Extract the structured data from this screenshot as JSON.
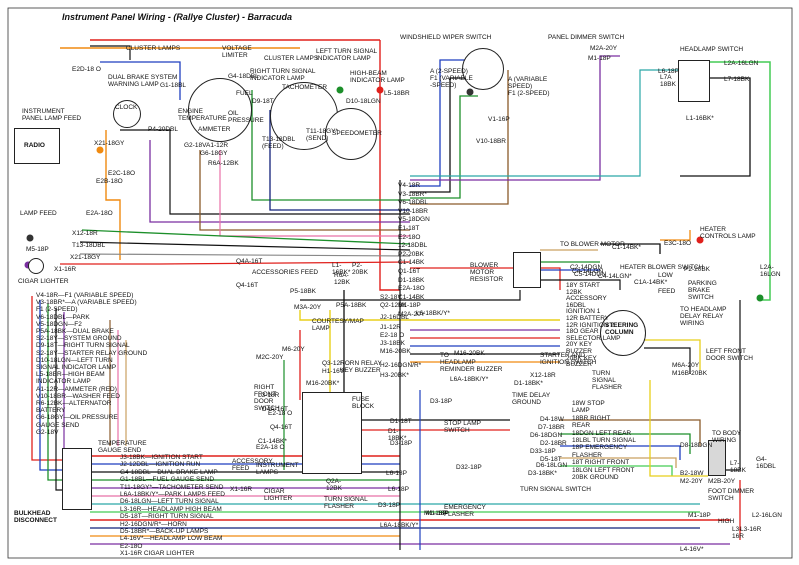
{
  "title": "Instrument Panel Wiring - (Rallye Cluster) - Barracuda",
  "colors": {
    "wire_red": "#e0201c",
    "wire_blue": "#1f3fbf",
    "wire_black": "#111111",
    "wire_green": "#1c8f2a",
    "wire_orange": "#f08a10",
    "wire_yellow": "#e8cf1a",
    "wire_purple": "#7a2fa0",
    "wire_brown": "#8a5a2a",
    "wire_pink": "#e870a8",
    "wire_tan": "#c9a060",
    "wire_gray": "#888888",
    "wire_teal": "#2aa6a6",
    "wire_lightgreen": "#44cc55",
    "wire_darkblue": "#12207a"
  },
  "components": {
    "cluster_lamps": "CLUSTER LAMPS",
    "voltage_limiter": "VOLTAGE\nLIMITER",
    "cluster_lamps2": "CLUSTER LAMPS",
    "left_turn_indicator": "LEFT TURN SIGNAL\nINDICATOR LAMP",
    "dual_brake": "DUAL BRAKE SYSTEM\nWARNING LAMP",
    "right_turn_indicator": "RIGHT TURN SIGNAL\nINDICATOR LAMP",
    "high_beam": "HIGH-BEAM\nINDICATOR LAMP",
    "fuel": "FUEL",
    "tachometer": "TACHOMETER",
    "clock": "CLOCK",
    "engine_temp": "ENGINE\nTEMPERATURE",
    "oil_pressure": "OIL\nPRESSURE",
    "ammeter": "AMMETER",
    "speedometer": "SPEEDOMETER",
    "instrument_panel_lamp_feed": "INSTRUMENT\nPANEL LAMP FEED",
    "radio": "RADIO",
    "lamp_feed": "LAMP FEED",
    "cigar_lighter": "CIGAR LIGHTER",
    "windshield_wiper_switch": "WINDSHIELD WIPER SWITCH",
    "a_2speed": "A (2-SPEED)\nF1 (VARIABLE\n-SPEED)",
    "a_variable": "A (VARIABLE\nSPEED)\nF1 (2-SPEED)",
    "panel_dimmer_switch": "PANEL DIMMER SWITCH",
    "headlamp_switch": "HEADLAMP SWITCH",
    "heater_controls_lamp": "HEATER\nCONTROLS LAMP",
    "to_blower_motor": "TO BLOWER MOTOR",
    "blower_motor_resistor": "BLOWER\nMOTOR\nRESISTOR",
    "heater_blower_switch": "HEATER BLOWER SWITCH",
    "parking_brake_switch": "PARKING\nBRAKE\nSWITCH",
    "headlamp_delay_relay": "TO HEADLAMP\nDELAY RELAY\nWIRING",
    "steering_column": "STEERING\nCOLUMN",
    "starter_ignition_switch": "STARTER AND\nIGNITION SWITCH",
    "left_front_door_switch": "LEFT FRONT\nDOOR SWITCH",
    "accessories_feed": "ACCESSORIES FEED",
    "courtesy_map_lamp": "COURTESY/MAP\nLAMP",
    "horn_relay_buzzer": "HORN RELAY\nKEY BUZZER",
    "headlamp_reminder_buzzer": "TO\nHEADLAMP\nREMINDER BUZZER",
    "turn_signal_flasher_r": "TURN\nSIGNAL\nFLASHER",
    "time_delay_ground": "TIME DELAY\nGROUND",
    "right_front_door_switch": "RIGHT\nFRONT\nDOOR\nSWITCH",
    "fuse_block": "FUSE\nBLOCK",
    "stop_lamp_switch": "STOP LAMP\nSWITCH",
    "turn_signal_switch": "TURN SIGNAL SWITCH",
    "emergency_flasher": "EMERGENCY\nFLASHER",
    "to_body_wiring": "TO BODY\nWIRING",
    "foot_dimmer_switch": "FOOT DIMMER\nSWITCH",
    "high": "HIGH",
    "low": "LOW",
    "bulkhead_disconnect": "BULKHEAD\nDISCONNECT",
    "instrument_lamps": "INSTRUMENT\nLAMPS",
    "accessory_feed": "ACCESSORY\nFEED",
    "cigar_lighter2": "CIGAR\nLIGHTER",
    "turn_signal_flasher": "TURN SIGNAL\nFLASHER",
    "temp_gauge_send": "TEMPERATURE\nGAUGE SEND",
    "ignition_start": "IGNITION START",
    "ignition_run": "IGNITION RUN",
    "dual_brake_lamp": "DUAL BRAKE LAMP",
    "fuel_gauge_send": "FUEL GAUGE SEND",
    "tachometer_send": "TACHOMETER SEND",
    "back_up_lamp_switch": "BACK-UP LAMP SWITCH FEED",
    "horn": "HORN",
    "right_turn_signal": "RIGHT TURN SIGNAL",
    "left_turn_signal": "LEFT TURN SIGNAL",
    "back_up_lamps": "BACK-UP LAMPS",
    "headlamp_high_beam": "HEADLAMP HIGH BEAM",
    "headlamp_low_beam": "HEADLAMP LOW BEAM",
    "park_lamps": "PARK LAMPS",
    "tail_lamps": "TAIL LAMPS",
    "low2": "LOW"
  },
  "left_wire_labels": [
    "V4-18R—F1 (VARIABLE SPEED)",
    "V3-18BR*—A (VARIABLE SPEED)",
    "F1 (2-SPEED)",
    "V6-18DBL—PARK",
    "V5-18DGN—F2",
    "P5A-18BK—DUAL BRAKE",
    "S2-18Y—SYSTEM GROUND",
    "D9-18T—RIGHT TURN SIGNAL",
    "S2-18Y—STARTER RELAY GROUND",
    "D10-18LGN—LEFT TURN",
    "SIGNAL INDICATOR LAMP",
    "L5-18BR—HIGH BEAM",
    "INDICATOR LAMP",
    "A1-12R—AMMETER (RED)",
    "V10-18BR—WASHER FEED",
    "R6-12BK—ALTERNATOR",
    "BATTERY",
    "G6-18GY—OIL PRESSURE",
    "GAUGE SEND",
    "G2-18V"
  ],
  "right_column_labels": [
    "V4-18R",
    "V3-18BR*",
    "V6-18DBL",
    "V10-18BR",
    "V5-18DGN",
    "E1-18T",
    "E2-18O",
    "12-18DBL",
    "P2-20BK",
    "C1-14BK",
    "Q1-16T",
    "D1-18BK",
    "E2A-18O",
    "C1-14BK",
    "M1-18P",
    "M2A-20Y"
  ],
  "steering_labels": [
    "18Y START",
    "12BK",
    "ACCESSORY",
    "16DBL",
    "IGNITION 1",
    "12R BATTERY",
    "12R IGNITION 2",
    "18O GEAR",
    "SELECTOR LAMP",
    "20Y KEY",
    "BUZZER",
    "20BK KEY",
    "BUZZER"
  ],
  "turn_labels": [
    "18W STOP",
    "LAMP",
    "18BR RIGHT",
    "REAR",
    "18DGN LEFT REAR",
    "18LBL TURN SIGNAL",
    "18P EMERGENCY",
    "FLASHER",
    "18T RIGHT FRONT",
    "18LGN LEFT FRONT",
    "20BK GROUND"
  ],
  "bottom_left_labels": [
    "J3-18BK—IGNITION START",
    "J2-12DBL—IGNITION RUN",
    "G4-18DBL—DUAL BRAKE LAMP",
    "G1-18BL—FUEL GAUGE SEND",
    "T11-18GY*—TACHOMETER SEND",
    "L6A-18BK/Y*—PARK LAMPS FEED",
    "D6-18LGN—LEFT TURN SIGNAL",
    "L3-16R—HEADLAMP HIGH BEAM",
    "D5-18T—RIGHT TURN SIGNAL",
    "H2-16DGN/R*—HORN",
    "D5-18BR*—BACK-UP LAMPS",
    "L4-16V*—HEADLAMP LOW BEAM",
    "E2-18O",
    "X1-16R CIGAR LIGHTER"
  ],
  "misc_labels": {
    "x12_18r": "X12-18R",
    "t13_18dbl": "T13-18DBL",
    "x21_18gy": "X21-18GY",
    "m5_18p": "M5-18P",
    "x1_16r": "X1-16R",
    "e2d_18o": "E2D-18 O",
    "x21_18gy2": "X21-18GY",
    "e2b_18o": "E2B-18O",
    "e2c_18o": "E2C-18O",
    "e2a_18o": "E2A-18O",
    "p4_20dbl": "P4-20DBL",
    "g1_18bl": "G1-18BL",
    "g2_18v": "G2-18V",
    "g6_18gy": "G6-18GY",
    "a1_12r": "A1-12R",
    "r6a_12bk": "R6A-12BK",
    "t13_18dbl_feed": "T13-18DBL\n(FEED)",
    "t11_18gy_send": "T11-18GY*\n(SEND)",
    "d9_18t": "D9-18T",
    "d10_18lgn": "D10-18LGN",
    "l5_18br": "L5-18BR",
    "g4_18dbl": "G4-18DBL",
    "v10_18br": "V10-18BR",
    "v1_16p": "V1-16P",
    "m2a_20y": "M2A-20Y",
    "m1_18p": "M1-18P",
    "l6_18p": "L6-18P",
    "l7a_18bk": "L7A\n18BK",
    "l7_18bk": "L7-18BK",
    "l2a_16lgn": "L2A-16LGN",
    "l1_16bk": "L1-16BK*",
    "l2a_16lgn_v": "L2A-\n16LGN",
    "p2_20bk": "P2-20BK",
    "c1_14bk": "C1-14BK*",
    "c4_14lgn": "C4-14LGN*",
    "c1a_14bk": "C1A-14BK*",
    "c5_14dgn": "C5-14DGN",
    "c2_14lgn": "C2-14DGN",
    "c4_14lgn2": "C4-14LGN",
    "feed": "FEED",
    "low_blower": "LOW",
    "e3c_18o": "E3C-18O",
    "q4a_16t": "Q4A-16T",
    "q4_16t": "Q4-16T",
    "p5_18bk": "P5-18BK",
    "p5a_18bk": "P5A-18BK",
    "m3a_20y": "M3A-20Y",
    "r6a_12bk2": "R6A-\n12BK",
    "l1_16bk2": "L1-\n16BK*",
    "p2_20bk2": "P2-\n20BK",
    "s2_18y": "S2-18Y",
    "q2_12bk": "Q2-12BK",
    "j2_16dbl": "J2-16DBL",
    "j1_12r": "J1-12R",
    "e2_18o": "E2-18 O",
    "j3_18bk": "J3-18BK",
    "m16_20bk": "M16-20BK",
    "m6_20y": "M6-20Y",
    "l6_18bk_y": "L6-18BK/Y*",
    "m2c_20y": "M2C-20Y",
    "q3_12r": "Q3-12R",
    "h1_16v": "H1-16V",
    "m16_20bk2": "M16-20BK*",
    "h2_16dgn_r": "H2-16DGN/R*",
    "h3_20bk": "H3-20BK*",
    "m16_20bk3": "M16-20BK",
    "l6a_18bk_y": "L6A-18BK/Y*",
    "x12_18r2": "X12-18R",
    "d1_18bk": "D1-18BK*",
    "m6a_20y": "M6A-20Y",
    "m16b_20bk": "M16B-20BK",
    "m2b_20y": "M2B-20Y",
    "d3_18p": "D3-18P",
    "d32_18p": "D32-18P",
    "d4_18w": "D4-18W",
    "d7_18br": "D7-18BR",
    "d6_18dgn": "D6-18DGN",
    "d2_18br": "D2-18BR",
    "d33_18p": "D33-18P",
    "d5_18t": "D5-18T",
    "d6_18lgn": "D6-18LGN",
    "d3_18bk": "D3-18BK*",
    "d8_18dgn": "D8-18DGN",
    "b2_18w": "B2-18W",
    "m2_20y": "M2-20Y",
    "l7_18bk2": "L7-\n18BK",
    "g4_16dbl": "G4-\n16DBL",
    "l3_16r": "L3-\n16R",
    "l2_16lgn": "L2-16LGN",
    "l4_16v": "L4-16V*",
    "m1_18p2": "M1-18P",
    "q4_16t2": "Q4-16T",
    "c1_14bk2": "C1-14BK*",
    "e2a_18o2": "E2A-18 O",
    "x1_16r2": "X1-16R",
    "l3_18r": "L3-18R",
    "d4a_16t": "D4A-16T",
    "m1_18p3": "M1-18P",
    "e2_18o2": "E2-18 O",
    "l6a_18bk": "L6A-18BK/Y*",
    "d1_18t": "D1-18T",
    "d1_18bk2": "D1-\n18BK*",
    "d3_18p2": "D3-18P",
    "l6_18bk2": "L6-18P",
    "q2a_12bk": "Q2A-\n12BK",
    "d3_18p3": "D3-18P",
    "l6_18p2": "L6-18P",
    "l3_16r2": "L3-16R",
    "m1_18p4": "M1-18P"
  }
}
